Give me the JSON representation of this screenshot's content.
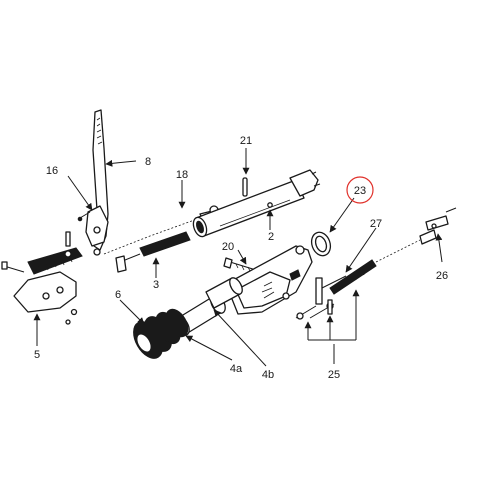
{
  "diagram": {
    "callouts": {
      "c2": "2",
      "c3": "3",
      "c4a": "4a",
      "c4b": "4b",
      "c5": "5",
      "c6": "6",
      "c8": "8",
      "c16": "16",
      "c18": "18",
      "c20": "20",
      "c21": "21",
      "c23": "23",
      "c25": "25",
      "c26": "26",
      "c27": "27"
    },
    "highlight_color": "#e0302a",
    "ink_color": "#1a1a1a"
  }
}
